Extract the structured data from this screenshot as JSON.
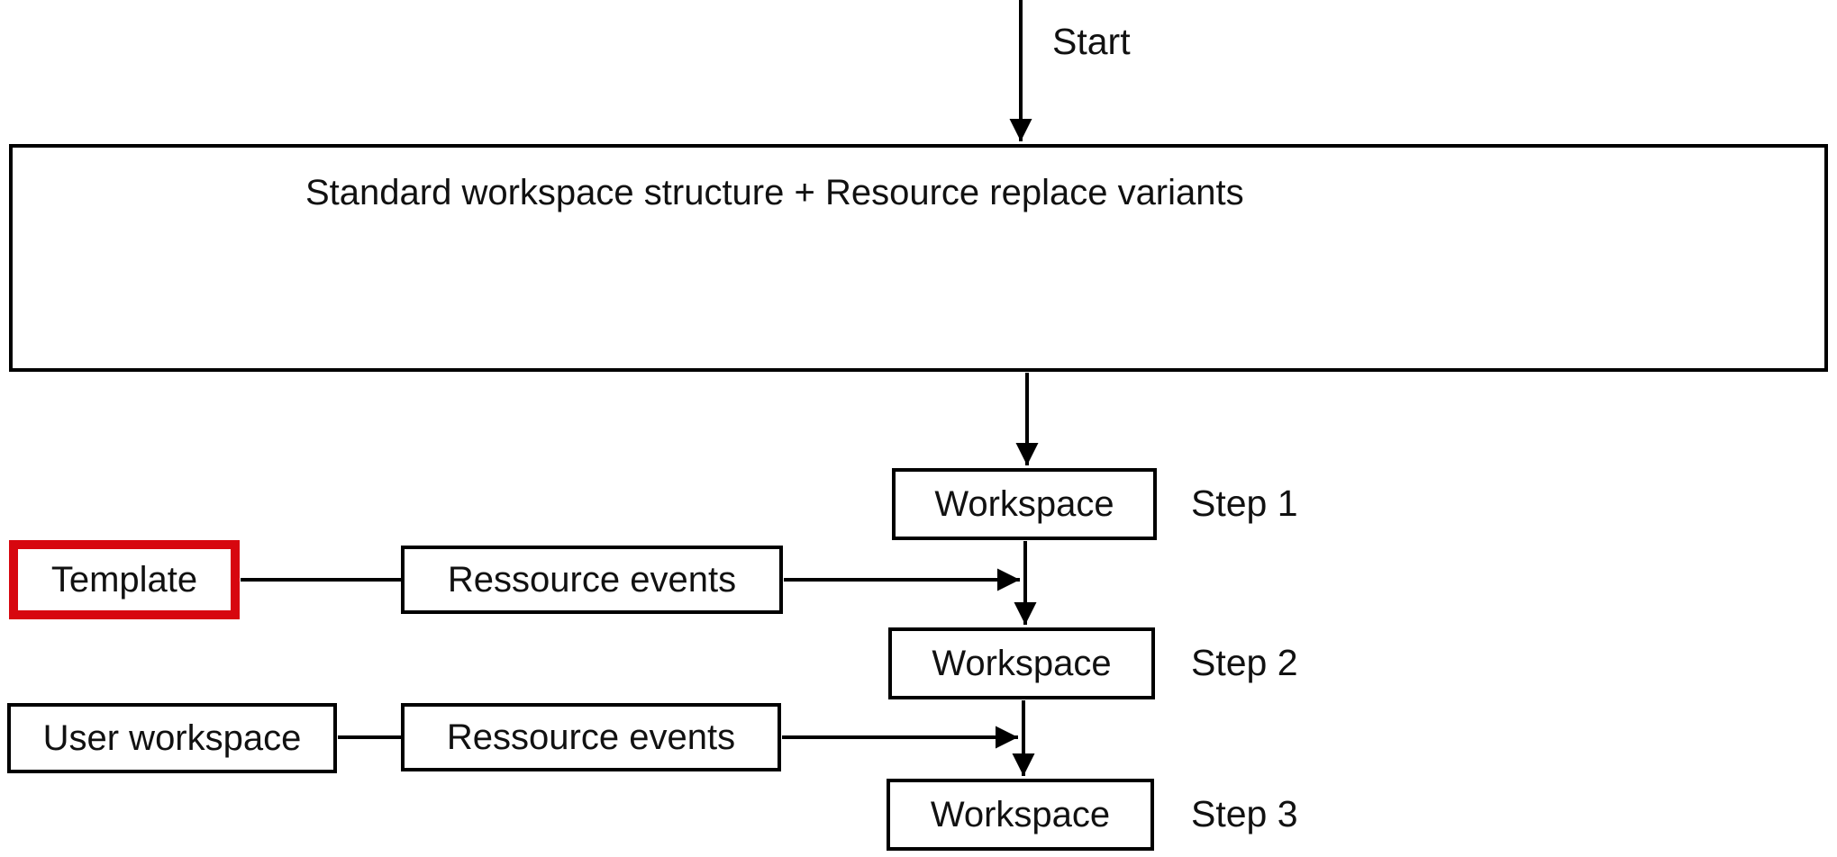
{
  "diagram": {
    "start_label": "Start",
    "main_box_label": "Standard workspace structure + Resource replace variants",
    "steps": [
      {
        "box": "Workspace",
        "label": "Step 1"
      },
      {
        "box": "Workspace",
        "label": "Step 2"
      },
      {
        "box": "Workspace",
        "label": "Step 3"
      }
    ],
    "template_label": "Template",
    "user_workspace_label": "User workspace",
    "resource_events_1_label": "Ressource events",
    "resource_events_2_label": "Ressource events",
    "colors": {
      "line": "#000000",
      "text": "#111111",
      "template_border": "#d7070f",
      "background": "#ffffff"
    }
  }
}
